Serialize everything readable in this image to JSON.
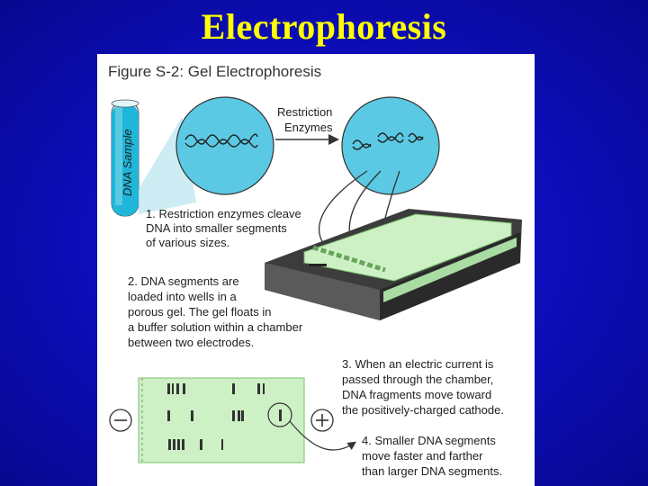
{
  "slide": {
    "title": "Electrophoresis"
  },
  "figure": {
    "title": "Figure S-2: Gel Electrophoresis",
    "tube_label": "DNA Sample",
    "enzyme_label": [
      "Restriction",
      "Enzymes"
    ],
    "step1": [
      "1. Restriction enzymes cleave",
      "DNA into smaller segments",
      "of various sizes."
    ],
    "step2": [
      "2. DNA segments are",
      "loaded into wells in a",
      "porous gel.  The gel floats in",
      "a buffer solution within a chamber",
      "between two electrodes."
    ],
    "step3": [
      "3. When an electric current is",
      "passed through the chamber,",
      "DNA fragments move toward",
      "the positively-charged cathode."
    ],
    "step4": [
      "4. Smaller DNA segments",
      "move faster and farther",
      "than larger DNA segments."
    ],
    "minus_sign": "−",
    "plus_sign": "+"
  }
}
